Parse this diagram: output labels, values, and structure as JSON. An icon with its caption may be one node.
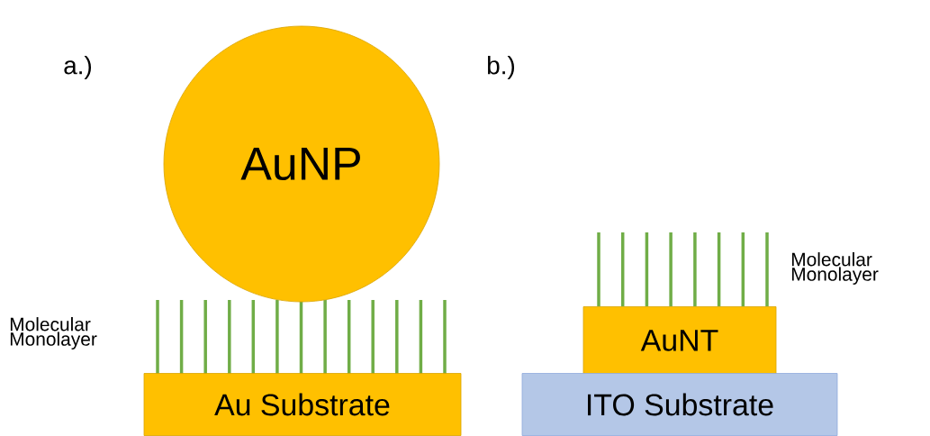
{
  "diagram": {
    "nodes": [
      {
        "text": [
          "AuNP"
        ]
      },
      {
        "text": [
          "Au Substrate"
        ]
      },
      {
        "text": [
          "AuNT"
        ]
      },
      {
        "text": [
          "ITO Substrate"
        ]
      }
    ],
    "labels": [
      "a.)",
      "b.)",
      "Molecular Monolayer",
      "Molecular Monolayer"
    ]
  }
}
